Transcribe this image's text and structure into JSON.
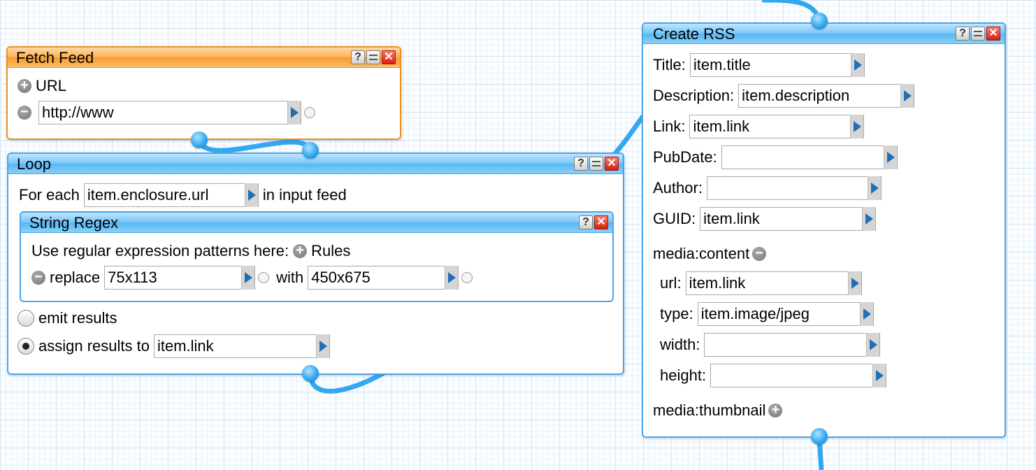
{
  "icons": {
    "help": "?",
    "plus": "+",
    "minus": "−",
    "close": "✕"
  },
  "colors": {
    "wire": "#33a8f0",
    "module_border": "#4aa3e8",
    "fetch_border": "#f0901e"
  },
  "fetch_feed": {
    "title": "Fetch Feed",
    "url_label": "URL",
    "url_value": "http://www"
  },
  "loop": {
    "title": "Loop",
    "for_each": "For each",
    "field_value": "item.enclosure.url",
    "in_input_feed": "in input feed",
    "emit_results": "emit results",
    "assign_results_to": "assign results to",
    "assign_value": "item.link",
    "selected_option": "assign results to"
  },
  "string_regex": {
    "title": "String Regex",
    "prompt": "Use regular expression patterns here:",
    "rules_label": "Rules",
    "replace_label": "replace",
    "replace_value": "75x113",
    "with_label": "with",
    "with_value": "450x675"
  },
  "create_rss": {
    "title": "Create RSS",
    "fields": [
      {
        "label": "Title:",
        "value": "item.title"
      },
      {
        "label": "Description:",
        "value": "item.description"
      },
      {
        "label": "Link:",
        "value": "item.link"
      },
      {
        "label": "PubDate:",
        "value": ""
      },
      {
        "label": "Author:",
        "value": ""
      },
      {
        "label": "GUID:",
        "value": "item.link"
      }
    ],
    "media_content_label": "media:content",
    "media_fields": [
      {
        "label": "url:",
        "value": "item.link"
      },
      {
        "label": "type:",
        "value": "item.image/jpeg"
      },
      {
        "label": "width:",
        "value": ""
      },
      {
        "label": "height:",
        "value": ""
      }
    ],
    "media_thumbnail_label": "media:thumbnail"
  }
}
